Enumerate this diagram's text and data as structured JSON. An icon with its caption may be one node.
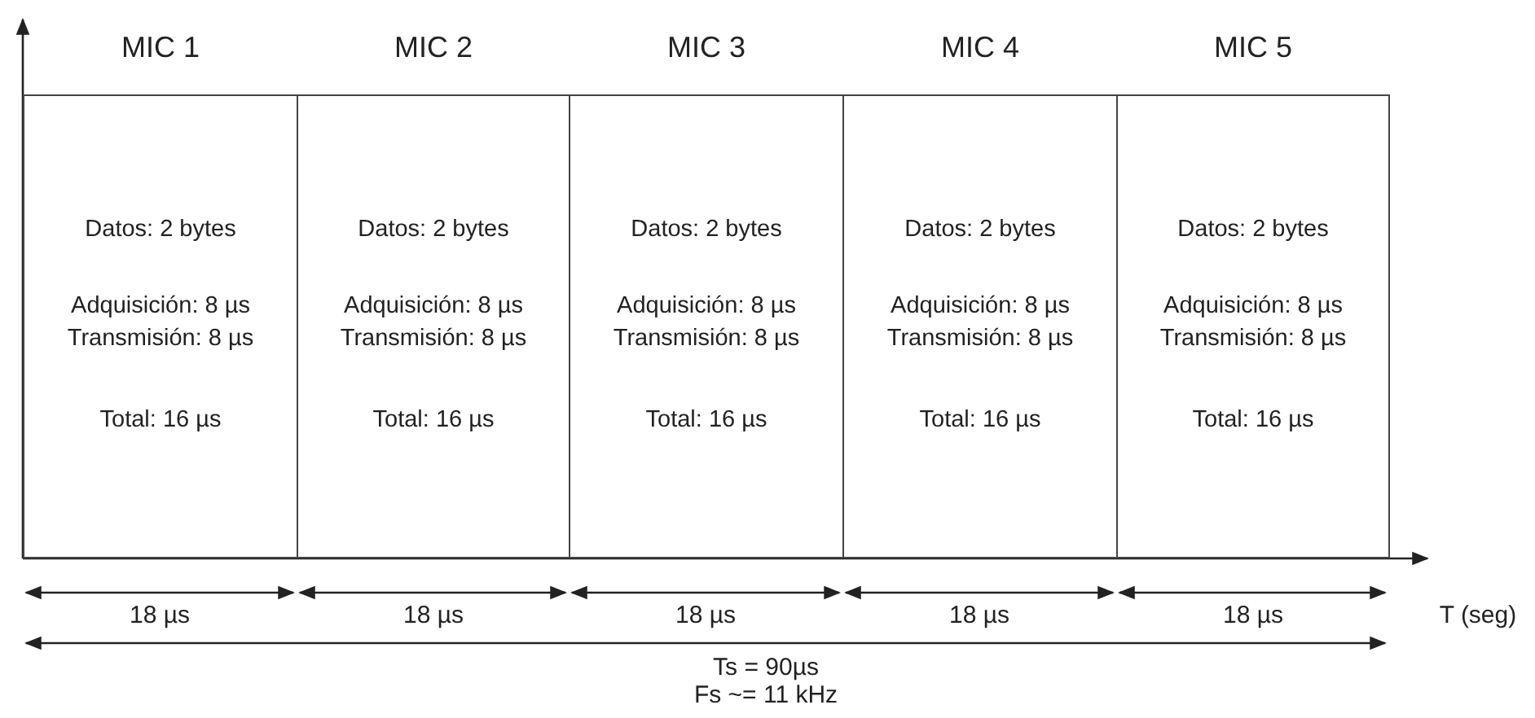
{
  "diagram": {
    "nodes": [
      {
        "text": [
          "MIC 1",
          "Datos: 2 bytes",
          "Adquisición: 8 µs Transmisión: 8 µs",
          "Total: 16 µs"
        ]
      },
      {
        "text": [
          "MIC 2",
          "Datos: 2 bytes",
          "Adquisición: 8 µs Transmisión: 8 µs",
          "Total: 16 µs"
        ]
      },
      {
        "text": [
          "MIC 3",
          "Datos: 2 bytes",
          "Adquisición: 8 µs Transmisión: 8 µs",
          "Total: 16 µs"
        ]
      },
      {
        "text": [
          "MIC 4",
          "Datos: 2 bytes",
          "Adquisición: 8 µs Transmisión: 8 µs",
          "Total: 16 µs"
        ]
      },
      {
        "text": [
          "MIC 5",
          "Datos: 2 bytes",
          "Adquisición: 8 µs Transmisión: 8 µs",
          "Total: 16 µs"
        ]
      }
    ],
    "labels": [
      "18 µs",
      "18 µs",
      "18 µs",
      "18 µs",
      "18 µs",
      "T (seg)",
      "Ts = 90µs",
      "Fs ~= 11 kHz"
    ]
  }
}
